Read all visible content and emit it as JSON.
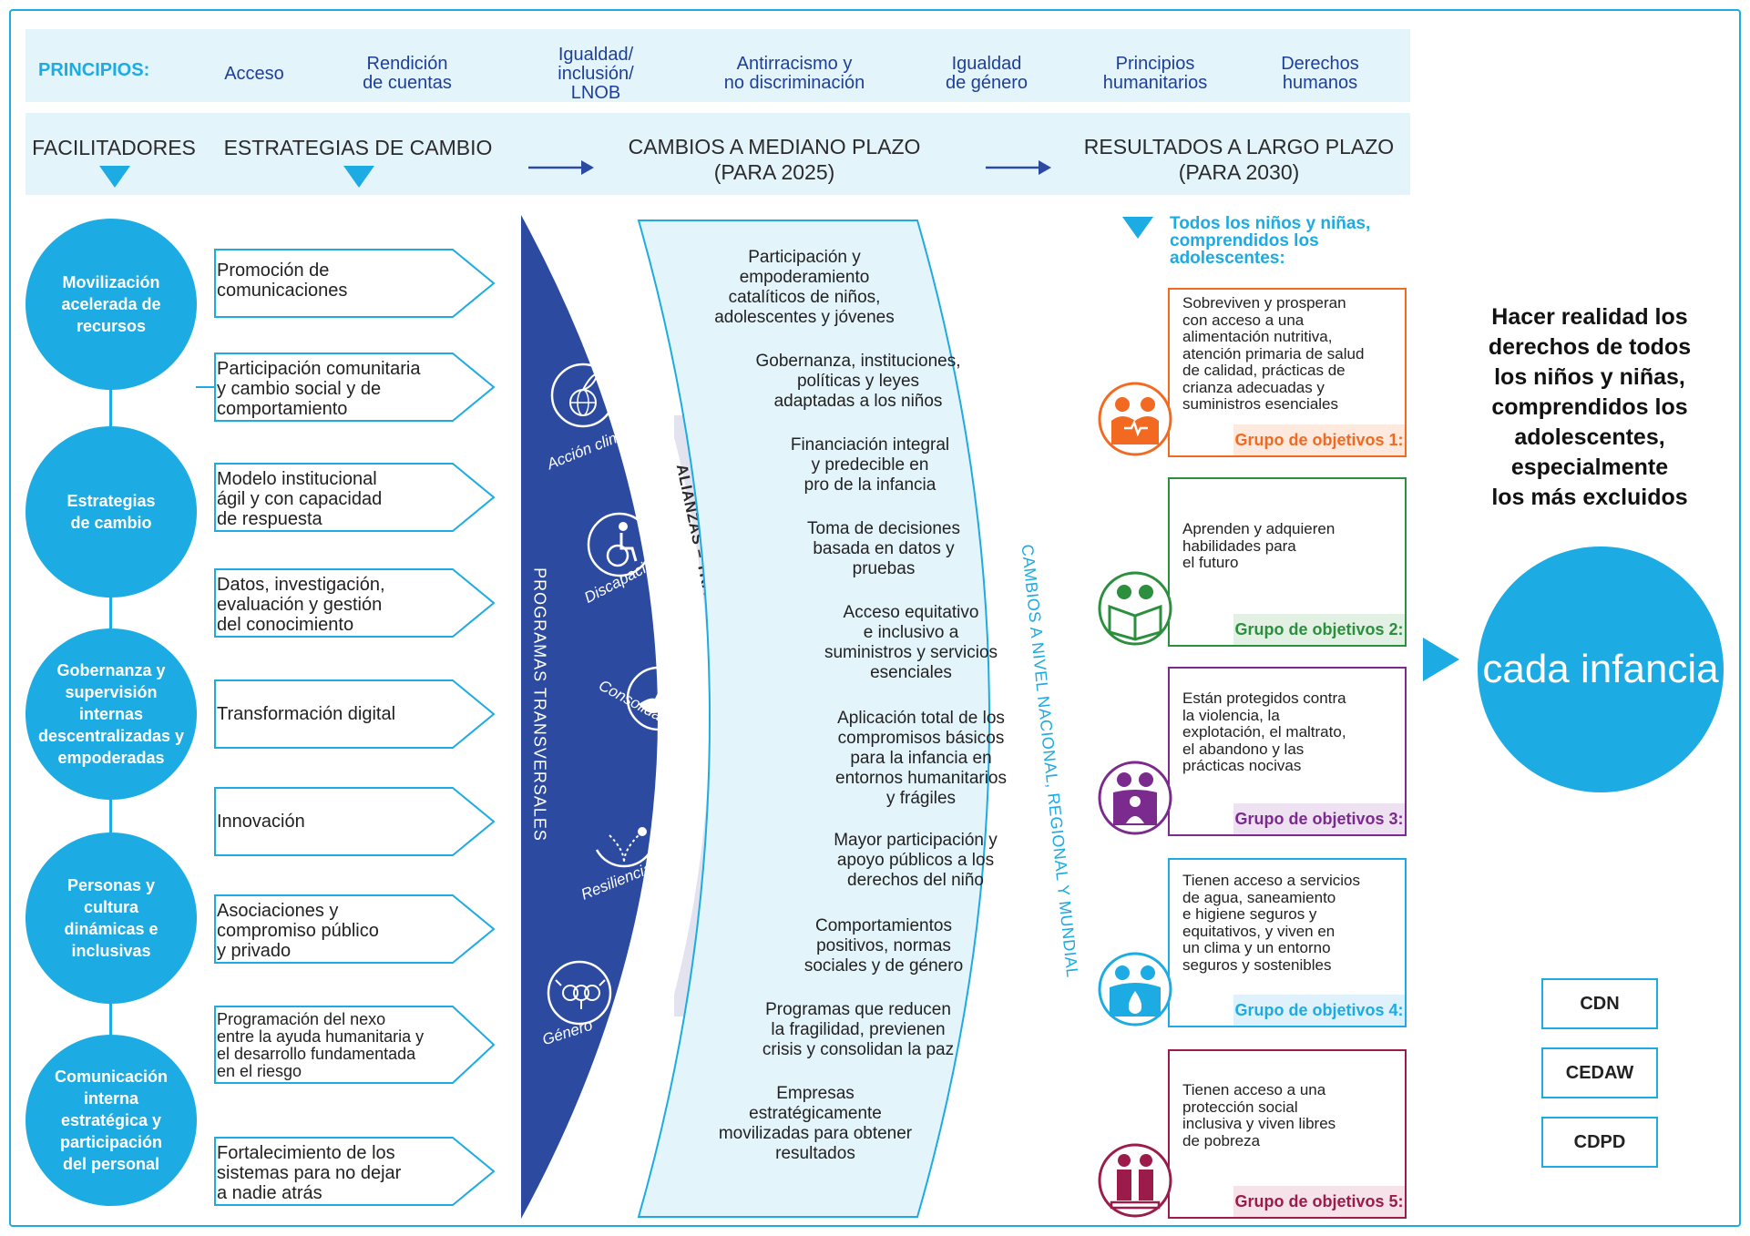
{
  "principles": {
    "label": "PRINCIPIOS:",
    "items": [
      "Acceso",
      "Rendición\nde cuentas",
      "Igualdad/\ninclusión/\nLNOB",
      "Antirracismo y\nno discriminación",
      "Igualdad\nde género",
      "Principios\nhumanitarios",
      "Derechos\nhumanos"
    ]
  },
  "headers": {
    "enablers": "FACILITADORES",
    "strategies": "ESTRATEGIAS DE CAMBIO",
    "medium": "CAMBIOS A MEDIANO PLAZO\n(PARA 2025)",
    "long": "RESULTADOS A LARGO PLAZO\n(PARA 2030)"
  },
  "enablers": [
    "Movilización\nacelerada de\nrecursos",
    "Estrategias\nde cambio",
    "Gobernanza y\nsupervisión\ninternas\ndescentralizadas y\nempoderadas",
    "Personas y\ncultura\ndinámicas e\ninclusivas",
    "Comunicación\ninterna\nestratégica y\nparticipación\ndel personal"
  ],
  "strategies": [
    "Promoción de\ncomunicaciones",
    "Participación comunitaria\ny cambio social y de\ncomportamiento",
    "Modelo institucional\nágil y con capacidad\nde respuesta",
    "Datos, investigación,\nevaluación y gestión\ndel conocimiento",
    "Transformación digital",
    "Innovación",
    "Asociaciones y\ncompromiso público\ny privado",
    "Programación del nexo\nentre la ayuda humanitaria y\nel desarrollo fundamentada\nen el riesgo",
    "Fortalecimiento de los\nsistemas para no dejar\na nadie atrás"
  ],
  "cross_cutting": {
    "title": "PROGRAMAS TRANSVERSALES",
    "items": [
      {
        "label": "Acción climática",
        "icon": "globe-leaf-icon"
      },
      {
        "label": "Discapacidad",
        "icon": "wheelchair-icon"
      },
      {
        "label": "Consolidación de la paz",
        "icon": "dove-icon"
      },
      {
        "label": "Resiliencia",
        "icon": "resilience-icon"
      },
      {
        "label": "Género",
        "icon": "gender-icon"
      }
    ]
  },
  "alliances": "ALIANZAS – TRABAJAR JUNTOS ES LA ESTRATEGIA DE LA ONU",
  "levels": "CAMBIOS A NIVEL NACIONAL, REGIONAL Y MUNDIAL",
  "medium_changes": [
    "Participación y\nempoderamiento\ncatalíticos de niños,\nadolescentes y jóvenes",
    "Gobernanza, instituciones,\npolíticas y leyes\nadaptadas a los niños",
    "Financiación integral\ny predecible en\npro de la infancia",
    "Toma de decisiones\nbasada en datos y\npruebas",
    "Acceso equitativo\ne inclusivo a\nsuministros y servicios\nesenciales",
    "Aplicación total de los\ncompromisos básicos\npara la infancia en\nentornos humanitarios\ny frágiles",
    "Mayor participación y\napoyo públicos a los\nderechos del niño",
    "Comportamientos\npositivos, normas\nsociales y de género",
    "Programas que reducen\nla fragilidad, previenen\ncrisis y consolidan la paz",
    "Empresas\nestratégicamente\nmovilizadas para obtener\nresultados"
  ],
  "long_term": {
    "heading": "Todos los niños y niñas,\ncomprendidos los\nadolescentes:",
    "goals": [
      {
        "text": "Sobreviven y prosperan\ncon acceso a una\nalimentación nutritiva,\natención primaria de salud\nde calidad, prácticas de\ncrianza adecuadas y\nsuministros esenciales",
        "label": "Grupo de objetivos 1:",
        "color": "#f26a21",
        "icon": "survive-icon"
      },
      {
        "text": "Aprenden y adquieren\nhabilidades para\nel futuro",
        "label": "Grupo de objetivos 2:",
        "color": "#2b8f3d",
        "icon": "learning-icon"
      },
      {
        "text": "Están protegidos contra\nla violencia, la\nexplotación, el maltrato,\nel abandono y las\nprácticas nocivas",
        "label": "Grupo de objetivos 3:",
        "color": "#7b2a8e",
        "icon": "protection-icon"
      },
      {
        "text": "Tienen acceso a servicios\nde agua, saneamiento\ne higiene seguros y\nequitativos, y viven en\nun clima y un entorno\nseguros y sostenibles",
        "label": "Grupo de objetivos 4:",
        "color": "#1cabe2",
        "icon": "water-icon"
      },
      {
        "text": "Tienen acceso a una\nprotección social\ninclusiva y viven libres\nde pobreza",
        "label": "Grupo de objetivos 5:",
        "color": "#9b1b4a",
        "icon": "social-protection-icon"
      }
    ]
  },
  "vision": {
    "title": "Hacer realidad los\nderechos de todos\nlos niños y niñas,\ncomprendidos los\nadolescentes,\nespecialmente\nlos más excluidos",
    "circle": "cada infancia"
  },
  "conventions": [
    "CDN",
    "CEDAW",
    "CDPD"
  ],
  "colors": {
    "cyan": "#1cabe2",
    "navy": "#2b4aa0",
    "light_band": "#e4f4fb",
    "pill": "#e3e3ef"
  }
}
